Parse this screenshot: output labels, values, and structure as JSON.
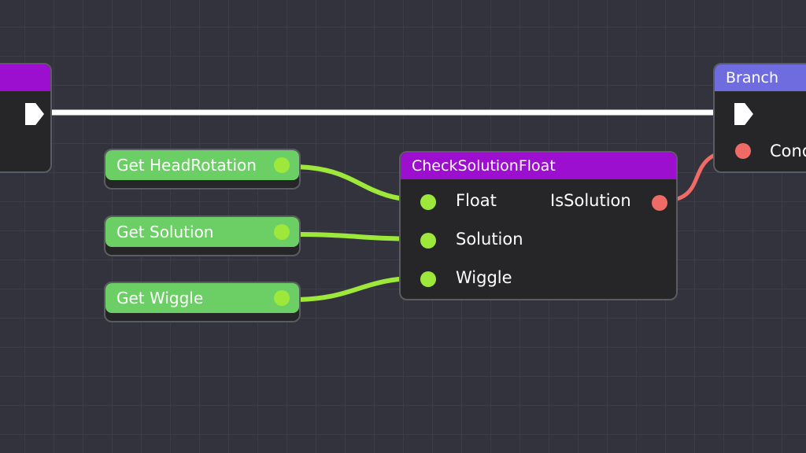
{
  "nodes": {
    "left_node": {
      "title": ""
    },
    "branch": {
      "title": "Branch",
      "condition_label": "Cond"
    },
    "check_solution_float": {
      "title": "CheckSolutionFloat",
      "inputs": [
        "Float",
        "Solution",
        "Wiggle"
      ],
      "output": "IsSolution"
    },
    "getters": [
      {
        "label": "Get HeadRotation"
      },
      {
        "label": "Get Solution"
      },
      {
        "label": "Get Wiggle"
      }
    ]
  },
  "colors": {
    "background": "#33333d",
    "grid": "#3d3d48",
    "function_header": "#9c0fcf",
    "branch_header": "#6f6ce0",
    "getter_fill": "#6bcf65",
    "float_pin": "#9de83a",
    "bool_pin": "#f06a66",
    "exec_wire": "#ffffff"
  },
  "icons": {
    "exec_pin": "exec-arrow-icon",
    "data_pin": "circle-pin-icon"
  }
}
